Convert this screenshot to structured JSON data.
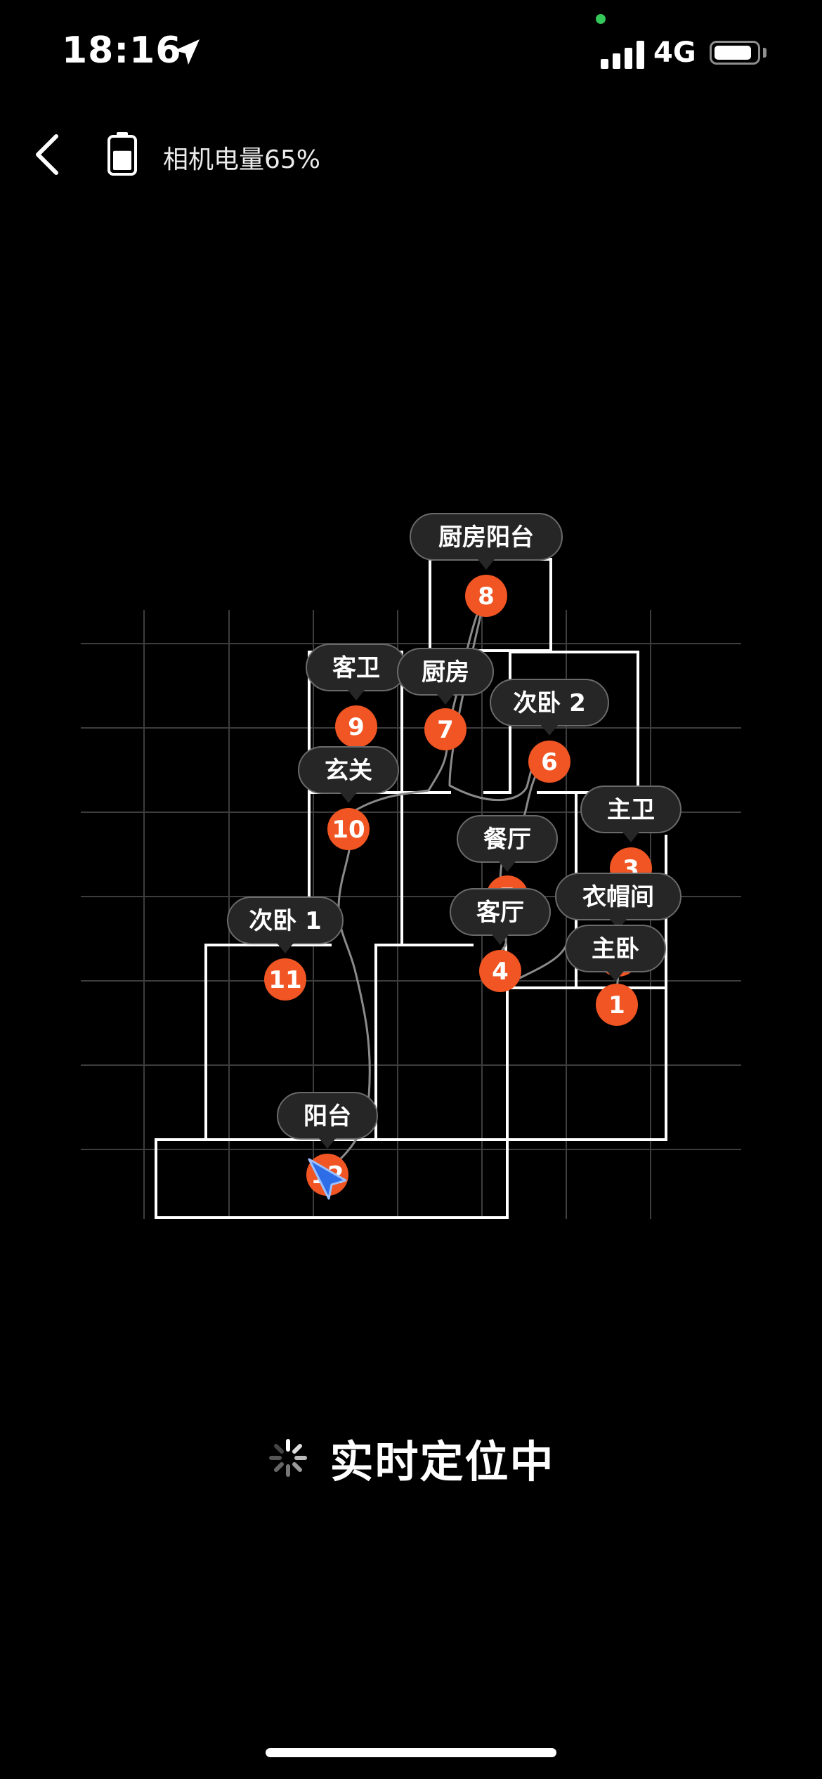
{
  "status_bar": {
    "time": "18:16",
    "network": "4G"
  },
  "header": {
    "camera_battery_label": "相机电量65%",
    "camera_battery_level": 0.65
  },
  "map": {
    "rooms": [
      {
        "name": "厨房阳台",
        "number": "8"
      },
      {
        "name": "客卫",
        "number": "9"
      },
      {
        "name": "厨房",
        "number": "7"
      },
      {
        "name": "次卧 2",
        "number": "6"
      },
      {
        "name": "玄关",
        "number": "10"
      },
      {
        "name": "主卫",
        "number": "3"
      },
      {
        "name": "餐厅",
        "number": "5"
      },
      {
        "name": "衣帽间",
        "number": "2"
      },
      {
        "name": "客厅",
        "number": "4"
      },
      {
        "name": "主卧",
        "number": "1"
      },
      {
        "name": "次卧 1",
        "number": "11"
      },
      {
        "name": "阳台",
        "number": "12"
      }
    ]
  },
  "positioning": {
    "status": "实时定位中"
  },
  "colors": {
    "marker": "#f05523",
    "callout_bg": "#262626",
    "wall": "#ffffff",
    "cursor": "#2e6de8"
  }
}
